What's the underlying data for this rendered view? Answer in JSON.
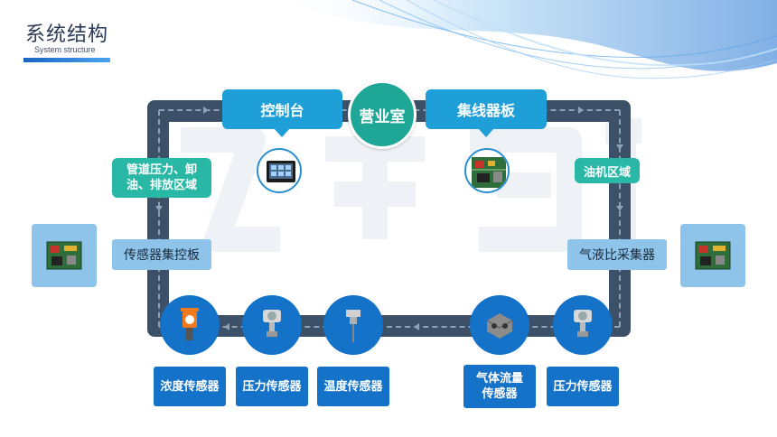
{
  "header": {
    "title": "系统结构",
    "subtitle": "System  structure"
  },
  "center": {
    "label": "营业室"
  },
  "top_boxes": {
    "console": "控制台",
    "concentrator": "集线器板"
  },
  "zones": {
    "pipeline": "管道压力、卸油、排放区域",
    "pipeline_line1": "管道压力、卸",
    "pipeline_line2": "油、排放区域",
    "tank": "油机区域"
  },
  "side": {
    "left_label": "传感器集控板",
    "right_label": "气液比采集器"
  },
  "sensors": [
    {
      "label": "浓度传感器",
      "icon": "gas-detector-icon"
    },
    {
      "label": "压力传感器",
      "icon": "pressure-transmitter-icon"
    },
    {
      "label": "温度传感器",
      "icon": "temperature-probe-icon"
    },
    {
      "label_line1": "气体流量",
      "label_line2": "传感器",
      "icon": "flow-meter-icon"
    },
    {
      "label": "压力传感器",
      "icon": "pressure-transmitter-icon"
    }
  ],
  "colors": {
    "track": "#3c5068",
    "blue": "#1f9fd8",
    "teal": "#2ab8a6",
    "sensor": "#1472c9",
    "panel": "#8ec3ea"
  }
}
